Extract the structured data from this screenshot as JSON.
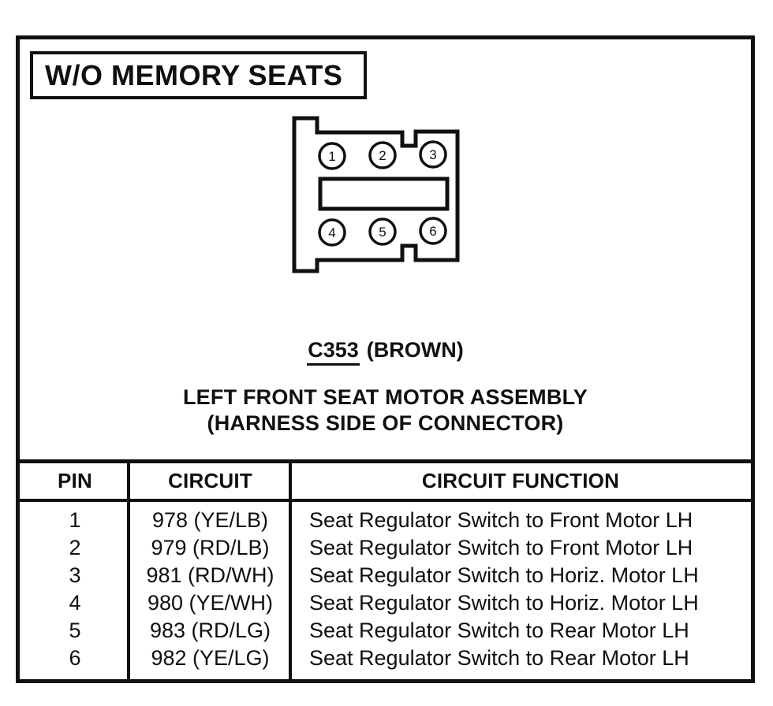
{
  "header": {
    "title": "W/O MEMORY SEATS"
  },
  "connector": {
    "id": "C353",
    "color": "(BROWN)",
    "caption_line1": "LEFT FRONT SEAT MOTOR ASSEMBLY",
    "caption_line2": "(HARNESS SIDE OF CONNECTOR)",
    "pins": [
      "1",
      "2",
      "3",
      "4",
      "5",
      "6"
    ]
  },
  "table": {
    "headers": [
      "PIN",
      "CIRCUIT",
      "CIRCUIT FUNCTION"
    ],
    "rows": [
      {
        "pin": "1",
        "circuit": "978 (YE/LB)",
        "function": "Seat Regulator Switch to Front Motor LH"
      },
      {
        "pin": "2",
        "circuit": "979 (RD/LB)",
        "function": "Seat Regulator Switch to Front Motor LH"
      },
      {
        "pin": "3",
        "circuit": "981 (RD/WH)",
        "function": "Seat Regulator Switch to Horiz. Motor LH"
      },
      {
        "pin": "4",
        "circuit": "980 (YE/WH)",
        "function": "Seat Regulator Switch to Horiz. Motor LH"
      },
      {
        "pin": "5",
        "circuit": "983 (RD/LG)",
        "function": "Seat Regulator Switch to Rear Motor LH"
      },
      {
        "pin": "6",
        "circuit": "982 (YE/LG)",
        "function": "Seat Regulator Switch to Rear Motor LH"
      }
    ]
  },
  "colors": {
    "ink": "#101010",
    "paper": "#ffffff"
  }
}
